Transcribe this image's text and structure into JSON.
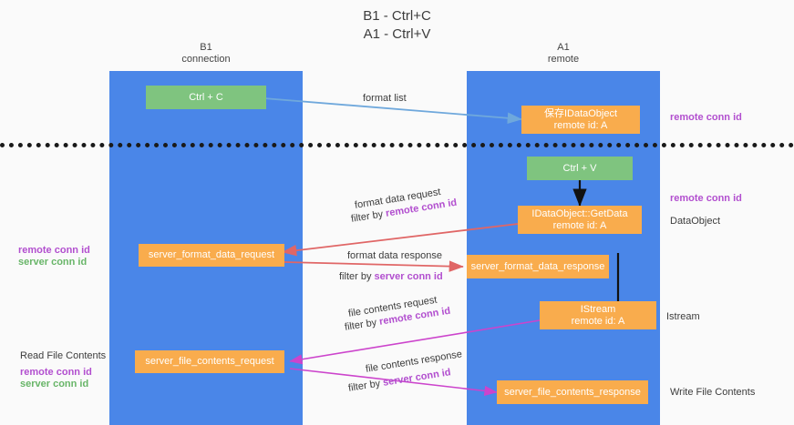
{
  "title": {
    "line1": "B1 - Ctrl+C",
    "line2": "A1 - Ctrl+V"
  },
  "columns": {
    "left": {
      "name": "B1",
      "role": "connection"
    },
    "right": {
      "name": "A1",
      "role": "remote"
    }
  },
  "colors": {
    "band": "#4a86e8",
    "green_box": "#7fc47f",
    "orange_box": "#f9ac4d",
    "purple_text": "#b24fcf",
    "green_text": "#68b568",
    "blue_arrow": "#6fa8dc",
    "red_arrow": "#e06666",
    "magenta_arrow": "#cc44cc",
    "black_arrow": "#000000",
    "divider": "#1a1a1a",
    "background": "#fafafa"
  },
  "boxes": {
    "ctrl_c": {
      "line1": "Ctrl + C",
      "line2": ""
    },
    "ctrl_v": {
      "line1": "Ctrl + V",
      "line2": ""
    },
    "save_idataobject": {
      "line1": "保存IDataObject",
      "line2": "remote id: A"
    },
    "getdata": {
      "line1": "IDataObject::GetData",
      "line2": "remote id: A"
    },
    "istream": {
      "line1": "IStream",
      "line2": "remote id: A"
    },
    "server_format_data_request": {
      "line1": "server_format_data_request",
      "line2": ""
    },
    "server_format_data_response": {
      "line1": "server_format_data_response",
      "line2": ""
    },
    "server_file_contents_request": {
      "line1": "server_file_contents_request",
      "line2": ""
    },
    "server_file_contents_response": {
      "line1": "server_file_contents_response",
      "line2": ""
    }
  },
  "edge_labels": {
    "format_list": "format list",
    "format_data_request": "format data request",
    "format_data_request_filter_prefix": "filter by ",
    "format_data_request_filter_key": "remote conn id",
    "format_data_response": "format data response",
    "format_data_response_filter_prefix": "filter by ",
    "format_data_response_filter_key": "server conn id",
    "file_contents_request": "file contents request",
    "file_contents_request_filter_prefix": "filter by ",
    "file_contents_request_filter_key": "remote conn id",
    "file_contents_response": "file contents response",
    "file_contents_response_filter_prefix": "filter by ",
    "file_contents_response_filter_key": "server conn id"
  },
  "annotations": {
    "right_top_remote_conn_id": "remote conn id",
    "right_mid_remote_conn_id": "remote conn id",
    "dataobject": "DataObject",
    "istream": "Istream",
    "write_file_contents": "Write File Contents",
    "left_remote_conn_id": "remote conn id",
    "left_server_conn_id": "server conn id",
    "read_file_contents": "Read File Contents",
    "bottom_remote_conn_id": "remote conn id",
    "bottom_server_conn_id": "server conn id"
  }
}
